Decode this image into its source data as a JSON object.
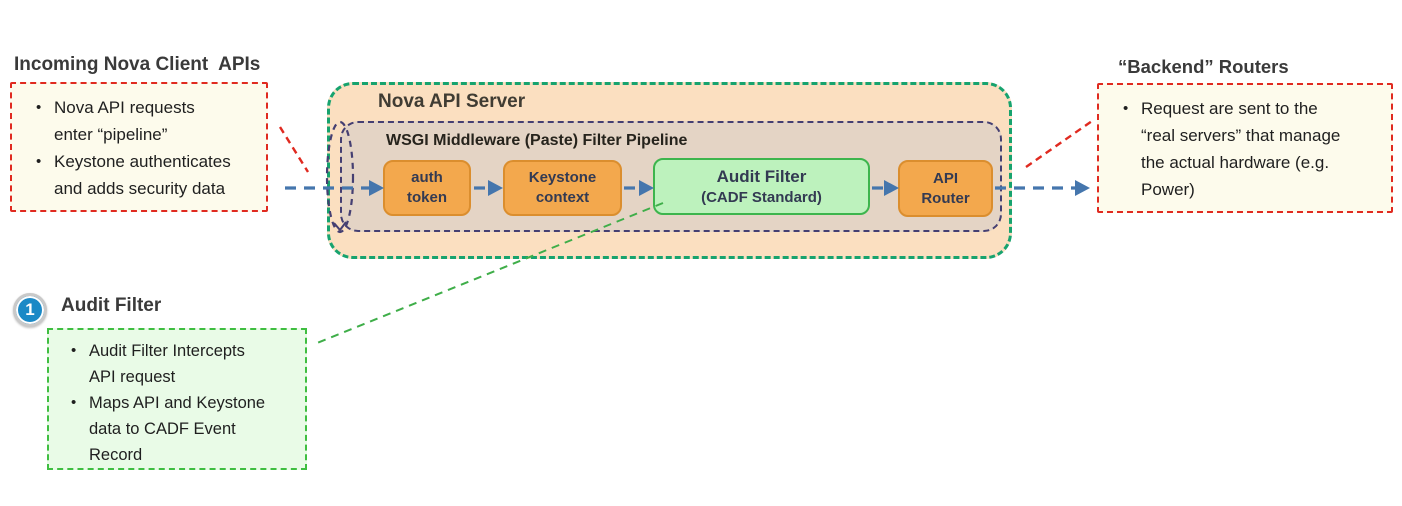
{
  "palette": {
    "red_connector": "#e02a20",
    "teal_server_border": "#17a36e",
    "navy_pipeline_border": "#453f72",
    "blue_flow_arrow": "#4576ad",
    "green_callout_line": "#3fae49",
    "stage_orange_fill": "#f3a84d",
    "stage_orange_border": "#db8e2e",
    "server_peach_fill": "#fbdfc0",
    "pipeline_tan_fill": "#e4d4c5",
    "audit_green_fill": "#bdf2bd",
    "audit_green_border": "#3db54d",
    "note_cream_fill": "#fdfbec",
    "callout_green_fill": "#e9fbe7",
    "badge_blue": "#1b89c6"
  },
  "left_note": {
    "heading": "Incoming Nova Client  APIs",
    "bullets": [
      "Nova API requests enter “pipeline”",
      "Keystone authenticates and adds security data"
    ]
  },
  "right_note": {
    "heading": "“Backend” Routers",
    "bullets": [
      "Request are sent to the “real servers” that manage the actual hardware (e.g. Power)"
    ]
  },
  "server": {
    "title": "Nova API Server",
    "pipeline_title": "WSGI Middleware (Paste) Filter Pipeline",
    "stages": [
      {
        "line1": "auth",
        "line2": "token"
      },
      {
        "line1": "Keystone",
        "line2": "context"
      },
      {
        "title": "Audit Filter",
        "subtitle": "(CADF Standard)"
      },
      {
        "line1": "API",
        "line2": "Router"
      }
    ]
  },
  "callout": {
    "number": "1",
    "heading": "Audit Filter",
    "bullets": [
      "Audit Filter Intercepts API request",
      "Maps API and Keystone data to CADF Event Record"
    ]
  }
}
